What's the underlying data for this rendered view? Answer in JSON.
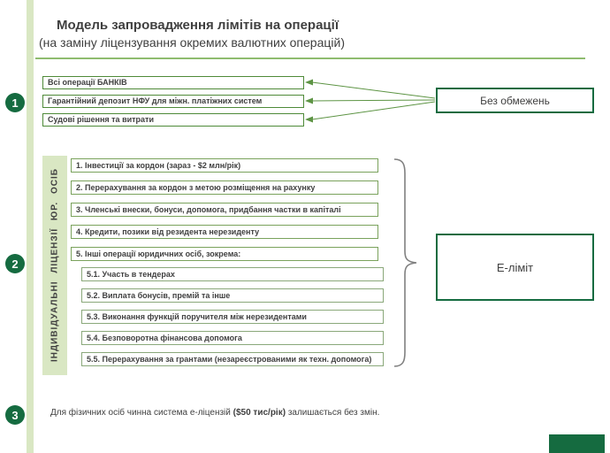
{
  "header": {
    "title": "Модель запровадження лімітів на операції",
    "subtitle": "(на заміну ліцензування окремих валютних операцій)"
  },
  "section1": {
    "number": "1",
    "items": [
      "Всі операції БАНКІВ",
      "Гарантійний депозит НФУ для міжн. платіжних систем",
      "Судові рішення та витрати"
    ],
    "target": "Без обмежень"
  },
  "section2": {
    "number": "2",
    "side_label": "ІНДИВІДУАЛЬНІ ЛІЦЕНЗІЇ ЮР. ОСІБ",
    "items": [
      "1. Інвестиції за кордон  (зараз - $2 млн/рік)",
      "2. Перерахування за кордон з метою розміщення на рахунку",
      "3. Членські внески, бонуси, допомога, придбання частки в капіталі",
      "4. Кредити, позики від резидента нерезиденту",
      "5. Інші операції юридичних осіб, зокрема:"
    ],
    "subitems": [
      "5.1. Участь в тендерах",
      "5.2. Виплата бонусів, премій та інше",
      "5.3. Виконання функцій поручителя між нерезидентами",
      "5.4. Безповоротна фінансова допомога",
      "5.5. Перерахування за грантами (незареєстрованими як техн. допомога)"
    ],
    "target": "Е-ліміт"
  },
  "section3": {
    "number": "3",
    "text_prefix": "Для фізичних осіб чинна система е-ліцензій ",
    "text_bold": "($50 тис/рік)",
    "text_suffix": " залишається без змін."
  },
  "colors": {
    "dark_green": "#156b40",
    "mid_green": "#4e8a38",
    "light_green": "#d9e7c3",
    "text_gray": "#404040"
  }
}
